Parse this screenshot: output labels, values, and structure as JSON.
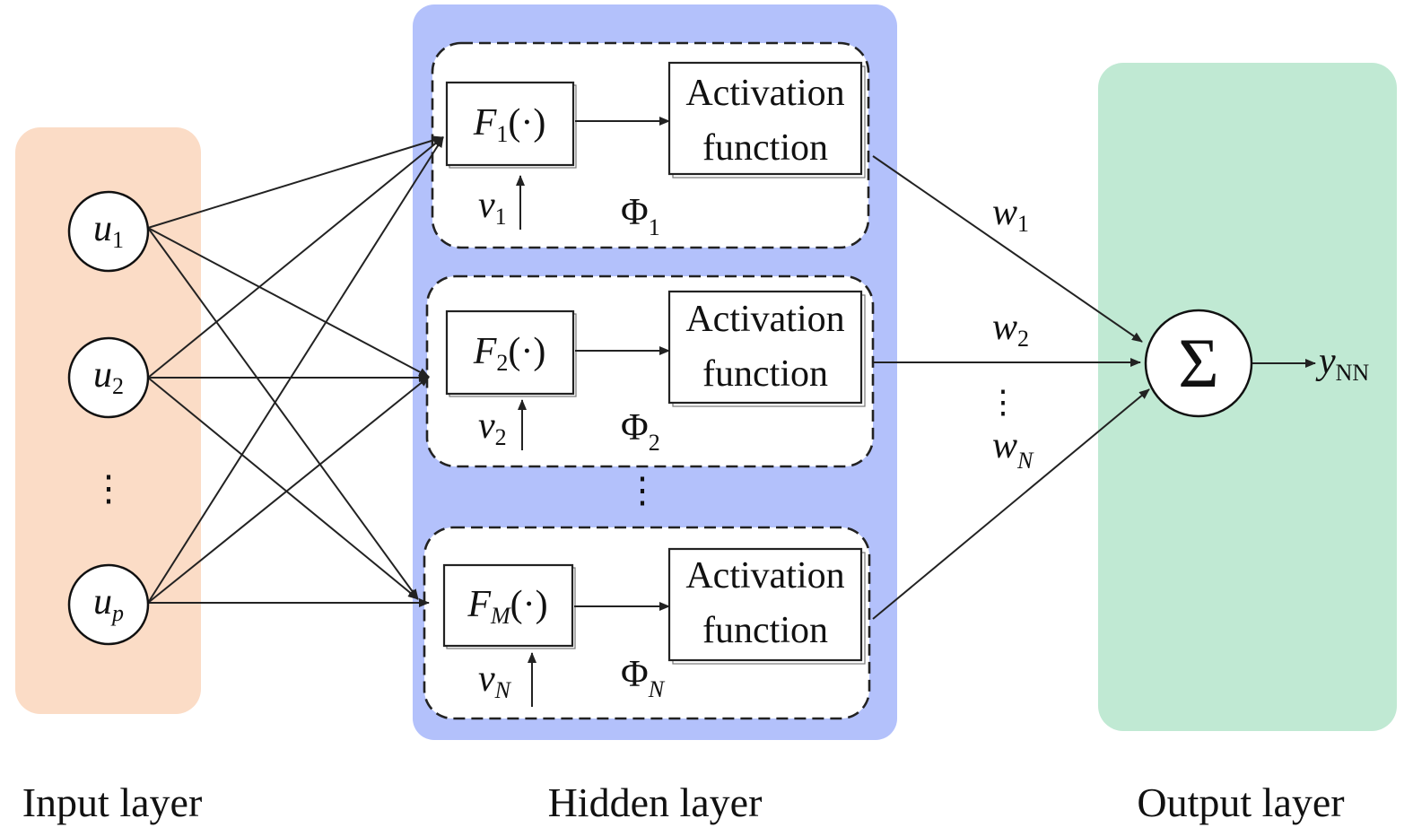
{
  "colors": {
    "input_panel": "#fbdcc6",
    "hidden_panel": "#b3c1fb",
    "output_panel": "#c0e9d3",
    "line": "#222222"
  },
  "layers": {
    "input_label": "Input layer",
    "hidden_label": "Hidden layer",
    "output_label": "Output layer"
  },
  "input_nodes": [
    {
      "base": "u",
      "sub": "1"
    },
    {
      "base": "u",
      "sub": "2"
    },
    {
      "base": "u",
      "sub": "p"
    }
  ],
  "input_ellipsis": "⋮",
  "hidden_units": [
    {
      "func_base": "F",
      "func_sub": "1",
      "func_arg": "(·)",
      "activation_line1": "Activation",
      "activation_line2": "function",
      "v_base": "v",
      "v_sub": "1",
      "phi_base": "Φ",
      "phi_sub": "1"
    },
    {
      "func_base": "F",
      "func_sub": "2",
      "func_arg": "(·)",
      "activation_line1": "Activation",
      "activation_line2": "function",
      "v_base": "v",
      "v_sub": "2",
      "phi_base": "Φ",
      "phi_sub": "2"
    },
    {
      "func_base": "F",
      "func_sub": "M",
      "func_arg": "(·)",
      "activation_line1": "Activation",
      "activation_line2": "function",
      "v_base": "v",
      "v_sub": "N",
      "phi_base": "Φ",
      "phi_sub": "N"
    }
  ],
  "hidden_ellipsis": "⋮",
  "weights": [
    {
      "base": "w",
      "sub": "1"
    },
    {
      "base": "w",
      "sub": "2"
    },
    {
      "base": "w",
      "sub": "N"
    }
  ],
  "weight_ellipsis": "⋮",
  "output": {
    "sum_symbol": "Σ",
    "y_base": "y",
    "y_sub": "NN"
  }
}
